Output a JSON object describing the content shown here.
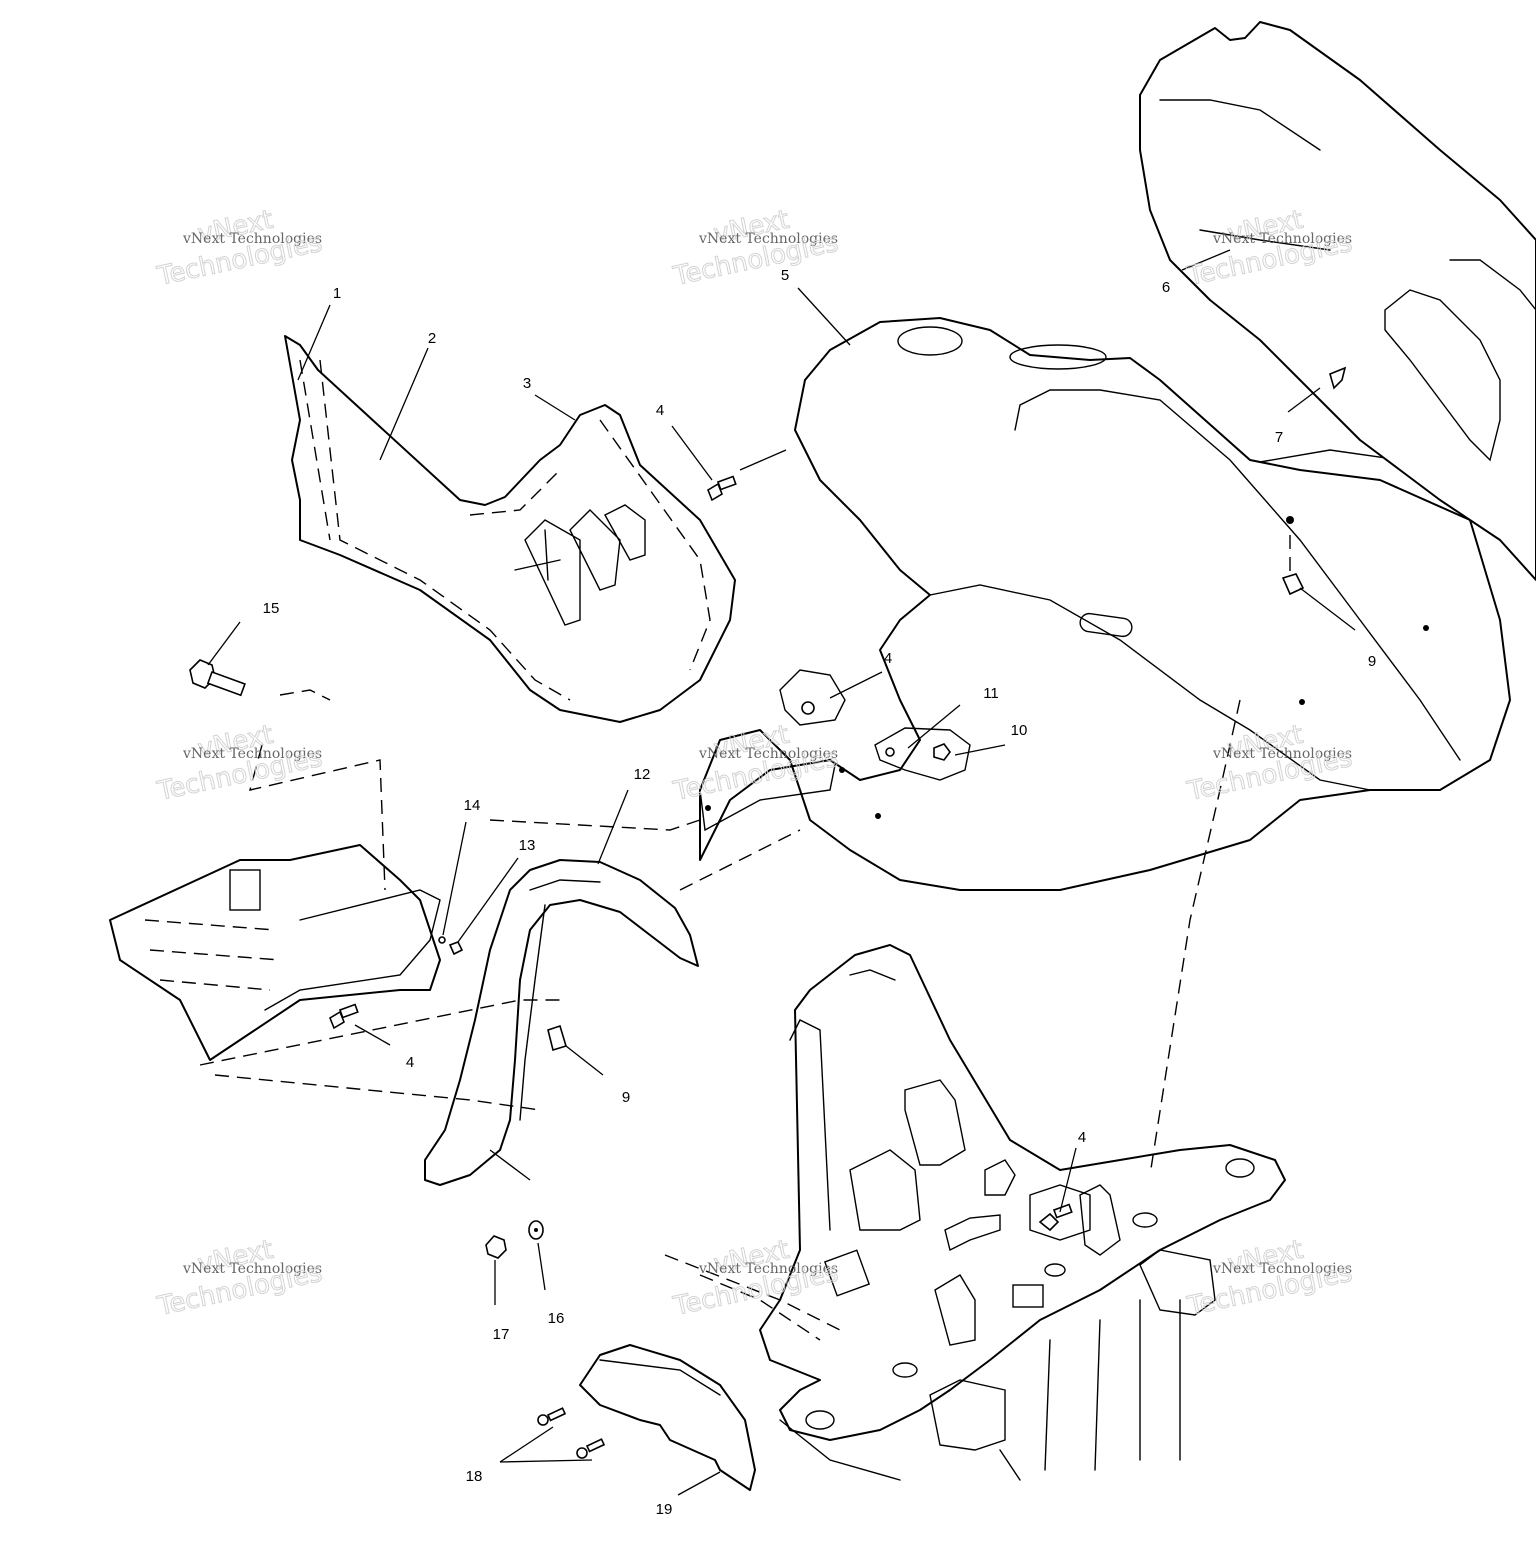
{
  "callouts": [
    "1",
    "2",
    "3",
    "4",
    "4",
    "4",
    "4",
    "5",
    "6",
    "7",
    "9",
    "9",
    "10",
    "11",
    "12",
    "13",
    "14",
    "15",
    "16",
    "17",
    "18",
    "19"
  ],
  "watermark": {
    "line1": "vNext",
    "line2": "vNext Technologies",
    "line3": "Technologies"
  }
}
